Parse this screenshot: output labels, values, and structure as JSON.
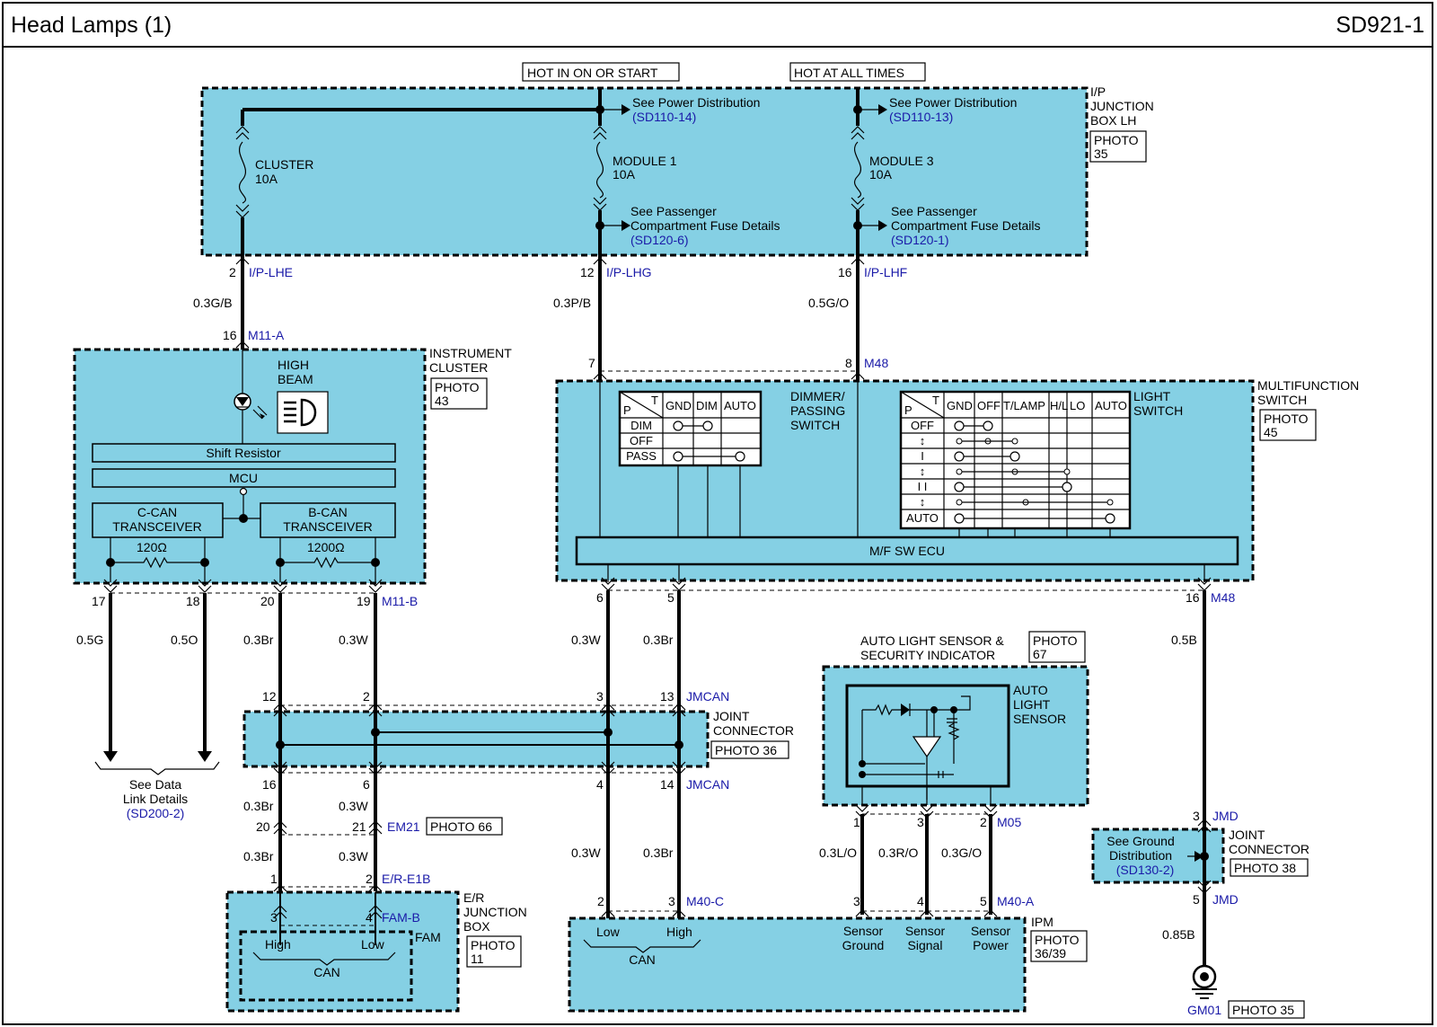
{
  "header": {
    "title": "Head Lamps (1)",
    "code": "SD921-1"
  },
  "power": {
    "hot_in_on": "HOT IN ON OR START",
    "hot_at_all": "HOT AT ALL TIMES"
  },
  "ip_box": {
    "name_1": "I/P",
    "name_2": "JUNCTION",
    "name_3": "BOX LH",
    "photo_1": "PHOTO",
    "photo_2": "35",
    "fuse_cluster": "CLUSTER",
    "fuse_cluster_amp": "10A",
    "fuse_m1": "MODULE 1",
    "fuse_m1_amp": "10A",
    "fuse_m3": "MODULE 3",
    "fuse_m3_amp": "10A",
    "see_pd": "See Power Distribution",
    "ref_pd1": "(SD110-14)",
    "ref_pd2": "(SD110-13)",
    "see_pc_1": "See Passenger",
    "see_pc_2": "Compartment Fuse Details",
    "ref_pc1": "(SD120-6)",
    "ref_pc2": "(SD120-1)"
  },
  "wires_top": {
    "pin_a": "2",
    "conn_a": "I/P-LHE",
    "color_a": "0.3G/B",
    "pin_b": "12",
    "conn_b": "I/P-LHG",
    "color_b": "0.3P/B",
    "pin_c": "16",
    "conn_c": "I/P-LHF",
    "color_c": "0.5G/O"
  },
  "cluster": {
    "pin": "16",
    "conn": "M11-A",
    "name_1": "INSTRUMENT",
    "name_2": "CLUSTER",
    "photo_1": "PHOTO",
    "photo_2": "43",
    "high_1": "HIGH",
    "high_2": "BEAM",
    "shift": "Shift Resistor",
    "mcu": "MCU",
    "ccan_1": "C-CAN",
    "ccan_2": "TRANSCEIVER",
    "bcan_1": "B-CAN",
    "bcan_2": "TRANSCEIVER",
    "res1": "120Ω",
    "res2": "1200Ω",
    "pins": [
      "17",
      "18",
      "20",
      "19"
    ],
    "conn_b": "M11-B",
    "colors": [
      "0.5G",
      "0.5O",
      "0.3Br",
      "0.3W"
    ]
  },
  "datalink": {
    "l1": "See Data",
    "l2": "Link Details",
    "ref": "(SD200-2)"
  },
  "mfs": {
    "pin_7": "7",
    "pin_8": "8",
    "conn": "M48",
    "name_1": "MULTIFUNCTION",
    "name_2": "SWITCH",
    "photo_1": "PHOTO",
    "photo_2": "45",
    "dimmer_1": "DIMMER/",
    "dimmer_2": "PASSING",
    "dimmer_3": "SWITCH",
    "dim_cols": [
      "GND",
      "DIM",
      "AUTO"
    ],
    "dim_rows": [
      "DIM",
      "OFF",
      "PASS"
    ],
    "light_1": "LIGHT",
    "light_2": "SWITCH",
    "light_cols": [
      "GND",
      "OFF",
      "T/LAMP",
      "H/L",
      "LO",
      "AUTO"
    ],
    "light_rows": [
      "OFF",
      "↕",
      "I",
      "↕",
      "I I",
      "↕",
      "AUTO"
    ],
    "tbl_p": "P",
    "tbl_t": "T",
    "ecu": "M/F SW ECU",
    "out_pins": [
      "6",
      "5",
      "16"
    ],
    "out_conn": "M48",
    "out_colors": [
      "0.3W",
      "0.3Br",
      "0.5B"
    ]
  },
  "joint": {
    "top_pins": [
      "12",
      "2",
      "3",
      "13"
    ],
    "top_conn": "JMCAN",
    "name_1": "JOINT",
    "name_2": "CONNECTOR",
    "photo": "PHOTO 36",
    "bot_pins": [
      "16",
      "6",
      "4",
      "14"
    ],
    "bot_conn": "JMCAN"
  },
  "em21": {
    "color_l": "0.3Br",
    "color_r": "0.3W",
    "pin_l": "20",
    "pin_r": "21",
    "conn": "EM21",
    "photo": "PHOTO 66",
    "color_l2": "0.3Br",
    "color_r2": "0.3W"
  },
  "er_box": {
    "pin_1": "1",
    "pin_2": "2",
    "conn": "E/R-E1B",
    "pin_3": "3",
    "pin_4": "4",
    "conn_fam": "FAM-B",
    "name_1": "E/R",
    "name_2": "JUNCTION",
    "name_3": "BOX",
    "fam": "FAM",
    "photo_1": "PHOTO",
    "photo_2": "11",
    "high": "High",
    "low": "Low",
    "can": "CAN"
  },
  "ipm": {
    "color_l": "0.3W",
    "color_r": "0.3Br",
    "pin_2": "2",
    "pin_3": "3",
    "conn_c": "M40-C",
    "low": "Low",
    "high": "High",
    "can": "CAN",
    "s_pins": [
      "3",
      "4",
      "5"
    ],
    "conn_a": "M40-A",
    "sg_1": "Sensor",
    "sg_2": "Ground",
    "ss_1": "Sensor",
    "ss_2": "Signal",
    "sp_1": "Sensor",
    "sp_2": "Power",
    "name": "IPM",
    "photo_1": "PHOTO",
    "photo_2": "36/39"
  },
  "sensor": {
    "title_1": "AUTO LIGHT SENSOR &",
    "title_2": "SECURITY INDICATOR",
    "photo_1": "PHOTO",
    "photo_2": "67",
    "inner_1": "AUTO",
    "inner_2": "LIGHT",
    "inner_3": "SENSOR",
    "pins": [
      "1",
      "3",
      "2"
    ],
    "conn": "M05",
    "colors": [
      "0.3L/O",
      "0.3R/O",
      "0.3G/O"
    ]
  },
  "jmd": {
    "pin_3": "3",
    "conn": "JMD",
    "pin_5": "5",
    "conn2": "JMD",
    "see_1": "See Ground",
    "see_2": "Distribution",
    "ref": "(SD130-2)",
    "name_1": "JOINT",
    "name_2": "CONNECTOR",
    "photo": "PHOTO 38",
    "color": "0.85B",
    "gnd": "GM01",
    "gnd_photo": "PHOTO 35"
  }
}
